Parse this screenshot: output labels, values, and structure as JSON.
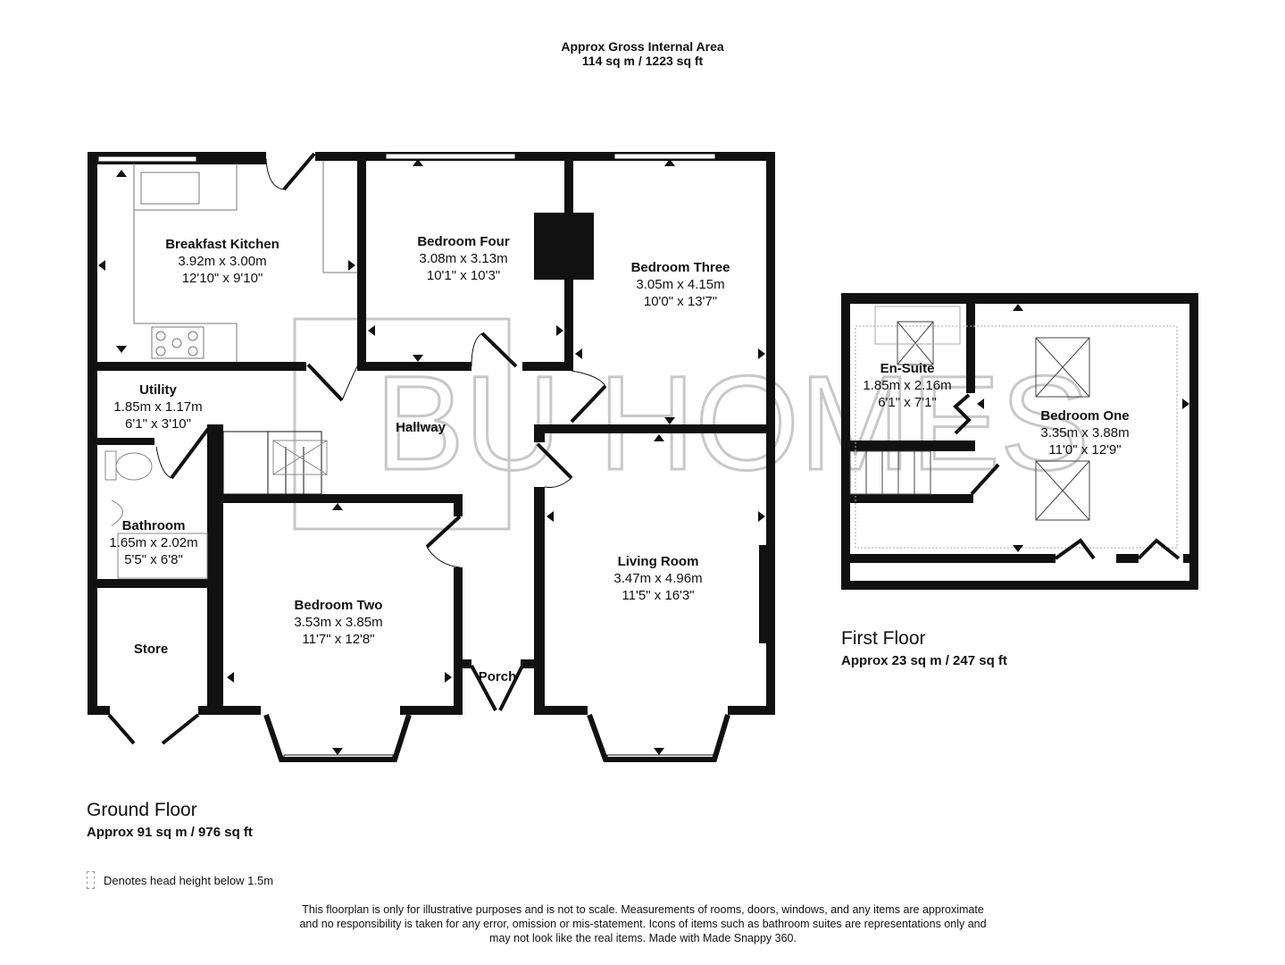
{
  "header": {
    "title": "Approx Gross Internal Area",
    "area": "114 sq m / 1223 sq ft"
  },
  "watermark": "BU HOMES",
  "ground_floor": {
    "title": "Ground Floor",
    "area": "Approx 91 sq m / 976 sq ft",
    "rooms": [
      {
        "name": "Breakfast Kitchen",
        "metric": "3.92m x 3.00m",
        "imperial": "12'10\" x 9'10\""
      },
      {
        "name": "Bedroom Four",
        "metric": "3.08m x 3.13m",
        "imperial": "10'1\" x 10'3\""
      },
      {
        "name": "Bedroom Three",
        "metric": "3.05m x 4.15m",
        "imperial": "10'0\" x 13'7\""
      },
      {
        "name": "Utility",
        "metric": "1.85m x 1.17m",
        "imperial": "6'1\" x 3'10\""
      },
      {
        "name": "Hallway"
      },
      {
        "name": "Bathroom",
        "metric": "1.65m x 2.02m",
        "imperial": "5'5\" x 6'8\""
      },
      {
        "name": "Store"
      },
      {
        "name": "Bedroom Two",
        "metric": "3.53m x 3.85m",
        "imperial": "11'7\" x 12'8\""
      },
      {
        "name": "Porch"
      },
      {
        "name": "Living Room",
        "metric": "3.47m x 4.96m",
        "imperial": "11'5\" x 16'3\""
      }
    ]
  },
  "first_floor": {
    "title": "First Floor",
    "area": "Approx 23 sq m / 247 sq ft",
    "rooms": [
      {
        "name": "En-Suite",
        "metric": "1.85m x 2.16m",
        "imperial": "6'1\" x 7'1\""
      },
      {
        "name": "Bedroom One",
        "metric": "3.35m x 3.88m",
        "imperial": "11'0\" x 12'9\""
      }
    ]
  },
  "legend": {
    "label": "Denotes head height below 1.5m"
  },
  "disclaimer": {
    "line1": "This floorplan is only for illustrative purposes and is not to scale. Measurements of rooms, doors, windows, and any items are approximate",
    "line2": "and no responsibility is taken for any error, omission or mis-statement. Icons of items such as bathroom suites are representations only and",
    "line3": "may not look like the real items. Made with Made Snappy 360."
  }
}
